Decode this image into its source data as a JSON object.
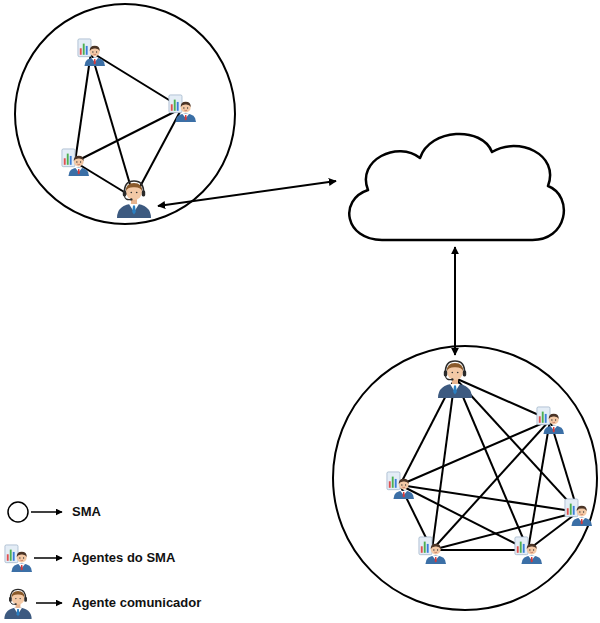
{
  "diagram": {
    "legend": [
      {
        "text": "SMA"
      },
      {
        "text": "Agentes do SMA"
      },
      {
        "text": "Agente comunicador"
      }
    ]
  }
}
